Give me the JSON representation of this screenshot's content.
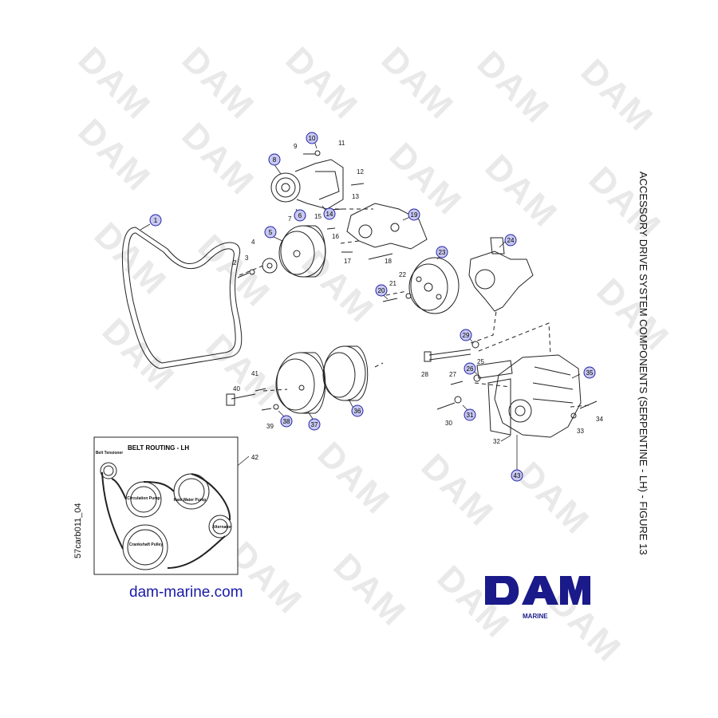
{
  "figure_title": "ACCESSORY DRIVE SYSTEM COMPONENTS (SERPENTINE - LH) - FIGURE 13",
  "drawing_id": "57carb011_04",
  "website": "dam-marine.com",
  "logo": {
    "main": "DAM",
    "sub": "MARINE",
    "color": "#1a1a8a"
  },
  "watermark_text": "DAM",
  "inset": {
    "title": "BELT ROUTING - LH",
    "ref": "42",
    "labels": {
      "tensioner": "Belt Tensioner",
      "circulation": "Circulation Pump",
      "raw_water": "Raw Water Pump",
      "alternator": "Alternator",
      "crankshaft": "Crankshaft Pulley"
    }
  },
  "callouts": {
    "circled": [
      "1",
      "5",
      "6",
      "8",
      "10",
      "14",
      "19",
      "20",
      "23",
      "24",
      "26",
      "29",
      "31",
      "35",
      "36",
      "37",
      "38",
      "43"
    ],
    "plain": [
      "2",
      "3",
      "4",
      "7",
      "9",
      "11",
      "12",
      "13",
      "15",
      "16",
      "17",
      "18",
      "21",
      "22",
      "25",
      "27",
      "28",
      "30",
      "32",
      "33",
      "34",
      "39",
      "40",
      "41"
    ]
  },
  "colors": {
    "circle_fill": "#c9c9f0",
    "circle_stroke": "#2222aa",
    "line": "#222222"
  }
}
